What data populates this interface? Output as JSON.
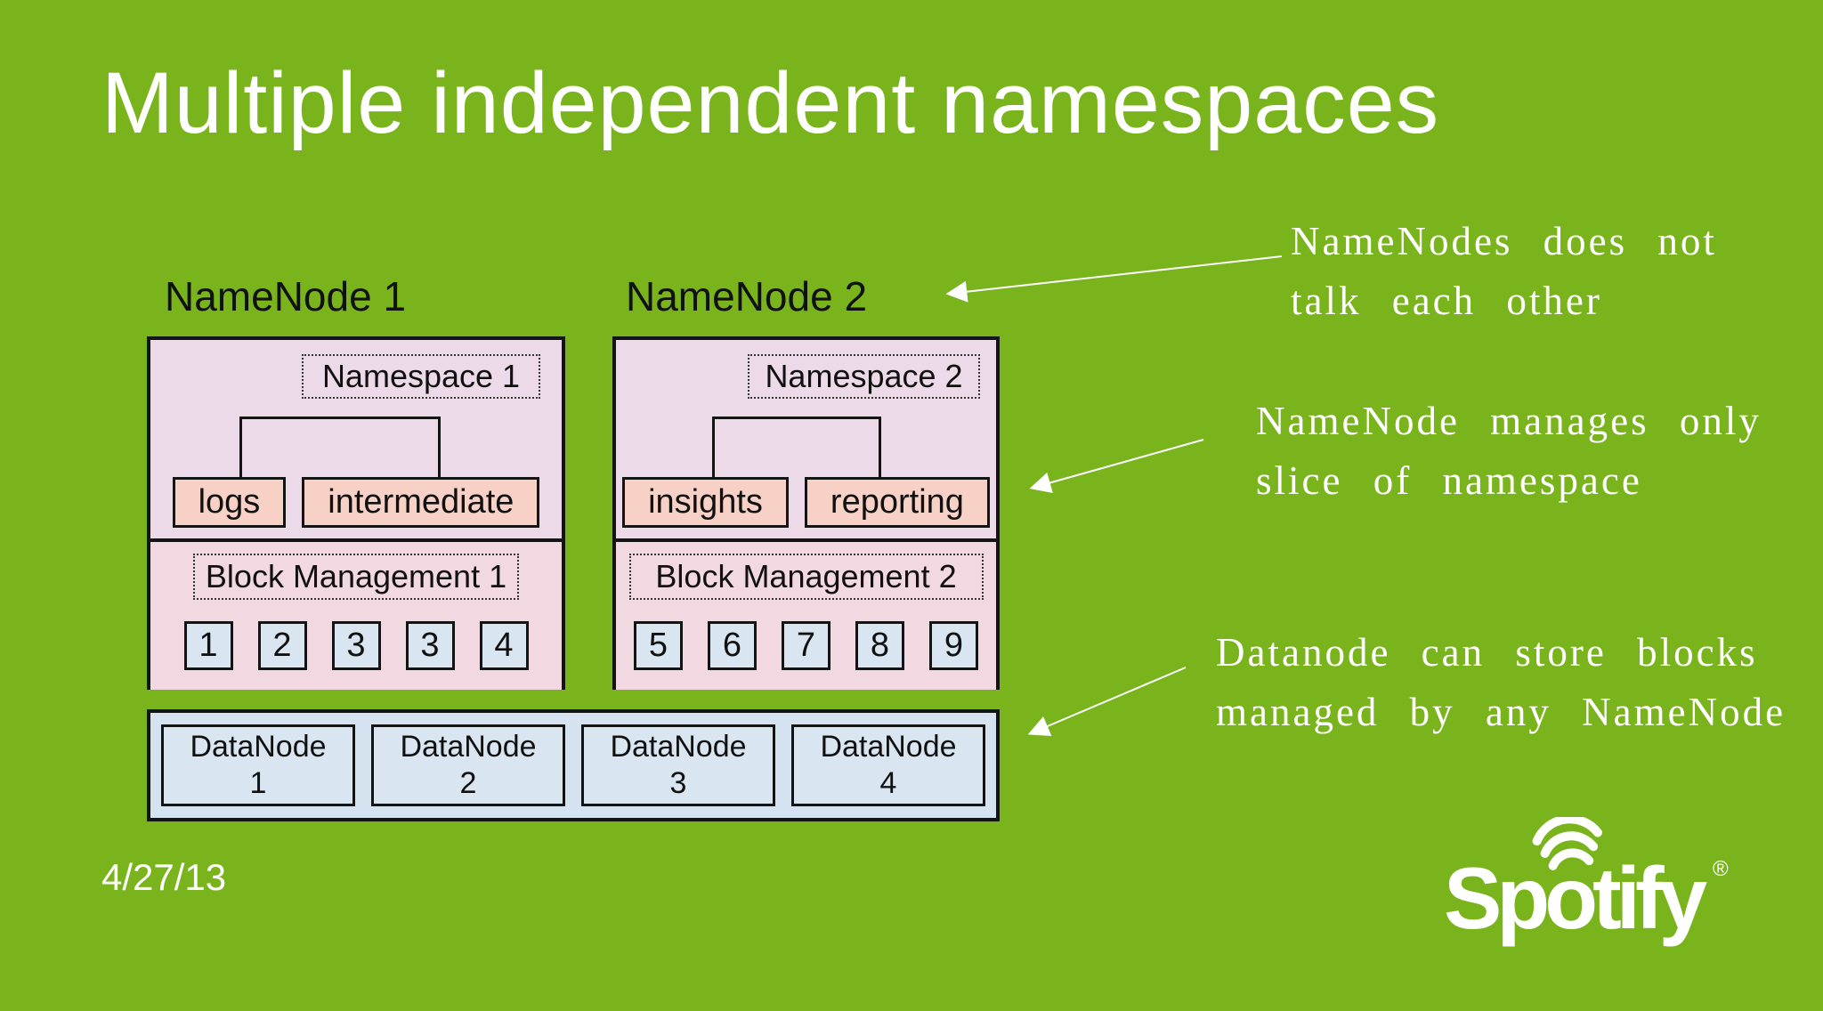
{
  "slide": {
    "title": "Multiple independent namespaces",
    "date": "4/27/13"
  },
  "namenodes": [
    {
      "title": "NameNode 1",
      "namespace_label": "Namespace 1",
      "children": [
        "logs",
        "intermediate"
      ],
      "block_management_label": "Block Management 1",
      "blocks": [
        "1",
        "2",
        "3",
        "3",
        "4"
      ]
    },
    {
      "title": "NameNode 2",
      "namespace_label": "Namespace 2",
      "children": [
        "insights",
        "reporting"
      ],
      "block_management_label": "Block Management 2",
      "blocks": [
        "5",
        "6",
        "7",
        "8",
        "9"
      ]
    }
  ],
  "datanodes": [
    {
      "name": "DataNode",
      "number": "1"
    },
    {
      "name": "DataNode",
      "number": "2"
    },
    {
      "name": "DataNode",
      "number": "3"
    },
    {
      "name": "DataNode",
      "number": "4"
    }
  ],
  "annotations": [
    {
      "lines": [
        "NameNodes does not",
        "talk each other"
      ]
    },
    {
      "lines": [
        "NameNode manages only",
        "slice of namespace"
      ]
    },
    {
      "lines": [
        "Datanode can store blocks",
        "managed by any NameNode"
      ]
    }
  ],
  "logo": {
    "text": "Spotify",
    "registered": "®"
  },
  "colors": {
    "bg": "#7AB41C",
    "pink-light": "#EDDAE8",
    "pink-deep": "#F1D8E1",
    "salmon": "#F7D0C6",
    "blue-light": "#D9E6F2",
    "blue-panel": "#D5E3F1",
    "ink": "#141414",
    "white": "#FFFFFF"
  }
}
